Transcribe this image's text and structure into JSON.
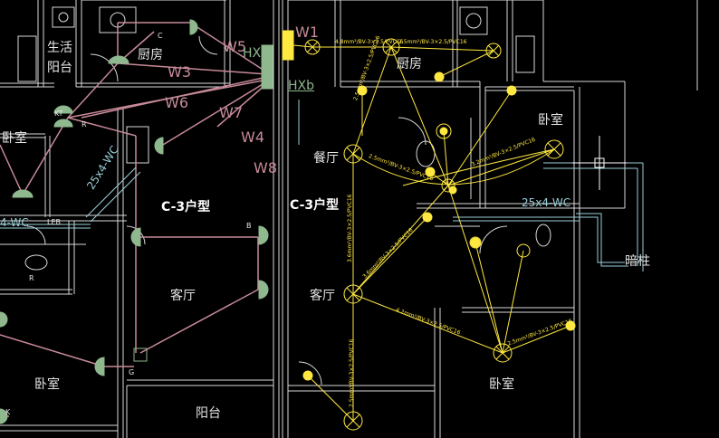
{
  "labels": {
    "living_balcony_a": "生活",
    "living_balcony_b": "阳台",
    "kitchen_left": "厨房",
    "kitchen_right": "厨房",
    "bedroom_left_top": "卧室",
    "bedroom_right_top": "卧室",
    "bedroom_left_bottom": "卧室",
    "bedroom_right_bottom": "卧室",
    "dining": "餐厅",
    "living_left": "客厅",
    "living_right": "客厅",
    "balcony_bottom": "阳台",
    "unit_type_left": "C-3户型",
    "unit_type_right": "C-3户型",
    "column": "暗柱",
    "w1": "W1",
    "w5": "W5",
    "w3": "W3",
    "w6": "W6",
    "w7": "W7",
    "w4": "W4",
    "w8": "W8",
    "hxb_top": "HXb",
    "hxb_bottom": "HXb",
    "conduit_right": "25x4-WC",
    "conduit_left_diag": "25x4-WC",
    "conduit_left_h": "4-WC",
    "sym_c": "C",
    "sym_kt": "KT",
    "sym_r1": "R",
    "sym_r2": "R",
    "sym_b": "B",
    "sym_g": "G",
    "sym_k": "K",
    "sym_leb": "LEB",
    "wire_1": "2.5mm²/BV-3×2.5/PVC16",
    "wire_2": "4.8mm²/BV-3×2.5/PVC16",
    "wire_3": "2.5mm²/BV-3×2.5/PVC16",
    "wire_4": "3.6mm²/BV-3×2.5/PVC16",
    "wire_5": "4.2mm²/BV-3×2.5/PVC16",
    "wire_6": "3.6mm²/BV-3×2.5/PVC16",
    "wire_7": "2.5mm²/BV-3×2.5/PVC16",
    "wire_8": "3.2mm²/BV-3×2.5/PVC16",
    "wire_9": "2.5mm²/BV-3×2.5/PVC16",
    "wire_10": "2.5mm²/BV-3×2.5/PVC16"
  },
  "colors": {
    "background": "#000000",
    "wall": "#ffffff",
    "wiring_pink": "#c78a98",
    "conduit_cyan": "#9ad0d8",
    "device_green": "#8fb88f",
    "selected_yellow": "#ffe840"
  }
}
